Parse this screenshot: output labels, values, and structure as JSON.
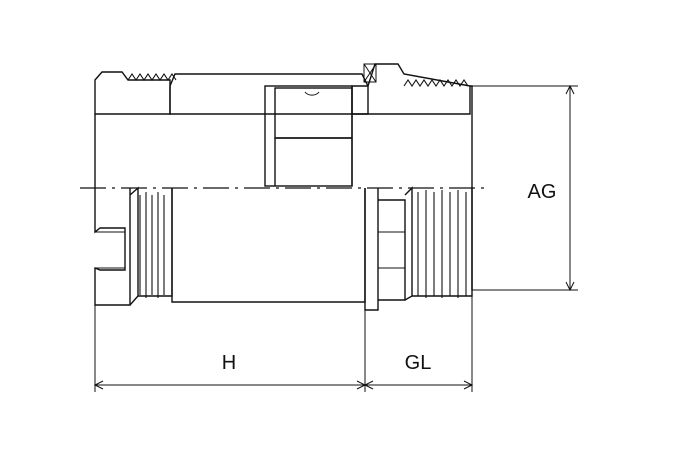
{
  "labels": {
    "height": "H",
    "gland_length": "GL",
    "thread_size": "AG"
  }
}
